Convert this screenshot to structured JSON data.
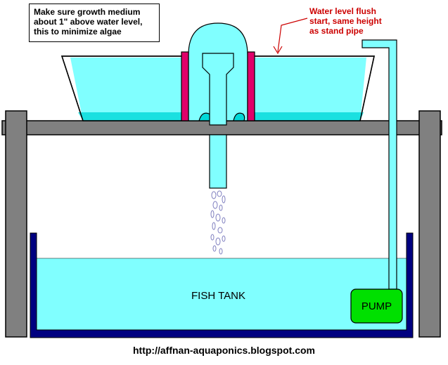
{
  "note": {
    "lines": [
      "Make sure growth medium",
      "about 1\" above water level,",
      "this to minimize algae"
    ]
  },
  "flush_note": {
    "lines": [
      "Water level flush",
      "start, same height",
      "as stand pipe"
    ]
  },
  "labels": {
    "fish_tank": "FISH TANK",
    "pump": "PUMP"
  },
  "url": "http://affnan-aquaponics.blogspot.com",
  "colors": {
    "water": "#80ffff",
    "water_dark": "#00d8d8",
    "frame": "#808080",
    "tank": "#000080",
    "pump": "#00e000",
    "sleeve": "#e0006a",
    "annotation": "#cc0000"
  }
}
